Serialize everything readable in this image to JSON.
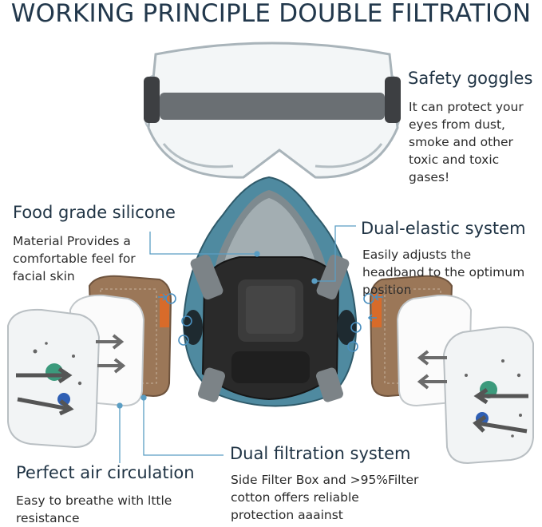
{
  "title": "WORKING PRINCIPLE DOUBLE FILTRATION",
  "features": {
    "goggles": {
      "heading": "Safety goggles",
      "lines": [
        "It can protect your",
        "eyes from dust,",
        "smoke and other",
        "toxic and toxic",
        "gases!"
      ]
    },
    "silicone": {
      "heading": "Food grade silicone",
      "lines": [
        "Material Provides a",
        "comfortable feel for",
        "facial skin"
      ]
    },
    "elastic": {
      "heading": "Dual-elastic system",
      "lines": [
        "Easily adjusts the",
        "headband to the optimum",
        "position"
      ]
    },
    "circulation": {
      "heading": "Perfect air circulation",
      "lines": [
        "Easy to breathe with lttle",
        "resistance"
      ]
    },
    "filtration": {
      "heading": "Dual filtration system",
      "lines": [
        "Side Filter Box and >95%Filter",
        "cotton offers reliable",
        "protection aaainst"
      ]
    }
  },
  "colors": {
    "mask_blue": "#4f8aa0",
    "mask_dark": "#222222",
    "filter_brown": "#9b7758",
    "leader_line": "#5a9ec4"
  }
}
